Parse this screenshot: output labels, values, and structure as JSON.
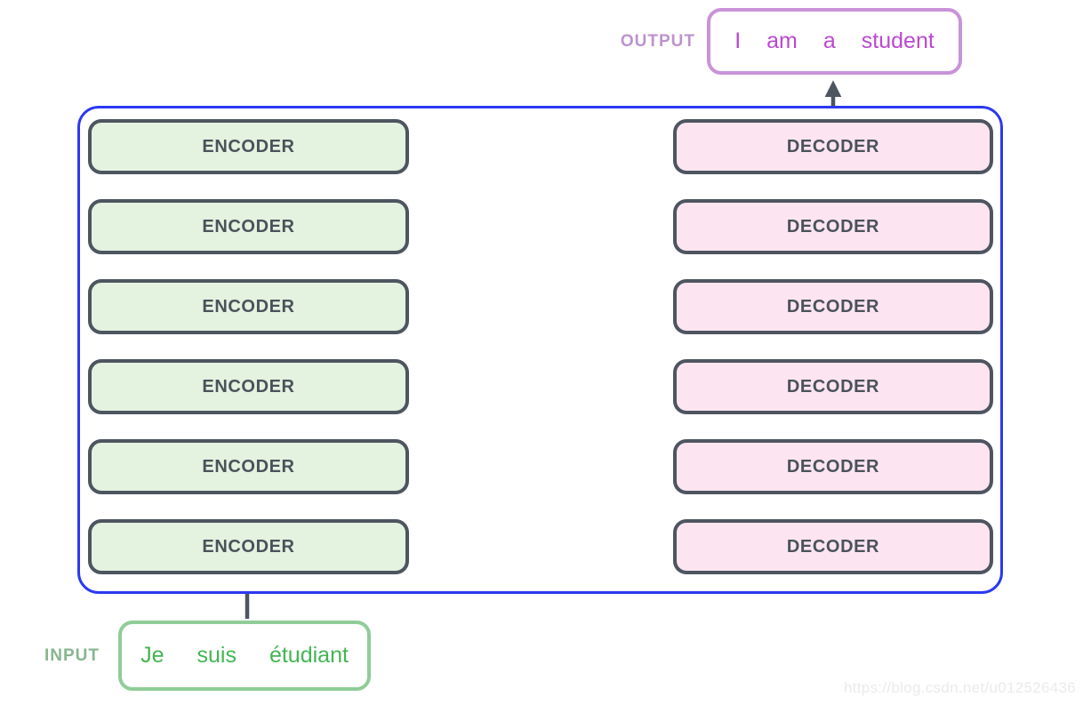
{
  "diagram": {
    "encoders": [
      "ENCODER",
      "ENCODER",
      "ENCODER",
      "ENCODER",
      "ENCODER",
      "ENCODER"
    ],
    "decoders": [
      "DECODER",
      "DECODER",
      "DECODER",
      "DECODER",
      "DECODER",
      "DECODER"
    ],
    "input": {
      "label": "INPUT",
      "words": [
        "Je",
        "suis",
        "étudiant"
      ]
    },
    "output": {
      "label": "OUTPUT",
      "words": [
        "I",
        "am",
        "a",
        "student"
      ]
    },
    "watermark": "https://blog.csdn.net/u012526436"
  },
  "colors": {
    "container_border": "#2b39f0",
    "box_border": "#4d5560",
    "box_text": "#4a525b",
    "encoder_fill": "#e4f2e0",
    "decoder_fill": "#fce5f1",
    "arrow": "#4d5560",
    "input_border": "#90cc98",
    "input_text": "#43b552",
    "input_label": "#87b68e",
    "output_border": "#c993d8",
    "output_text": "#ba49cf",
    "output_label": "#bd93cf",
    "watermark": "#ebebeb"
  }
}
